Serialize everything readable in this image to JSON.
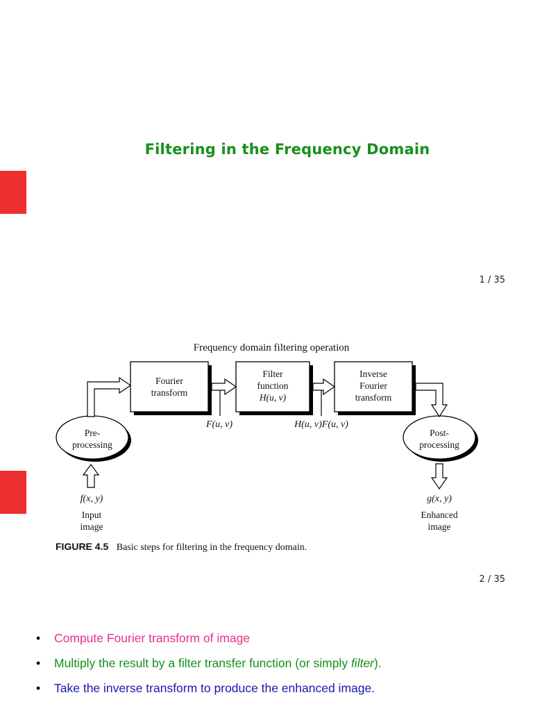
{
  "slides": [
    {
      "title": "Filtering in the Frequency Domain",
      "page": "1 / 35"
    },
    {
      "page": "2 / 35"
    }
  ],
  "figure": {
    "header": "Frequency domain filtering operation",
    "blocks": {
      "fourier": [
        "Fourier",
        "transform"
      ],
      "filter": [
        "Filter",
        "function",
        "H(u, v)"
      ],
      "inverse": [
        "Inverse",
        "Fourier",
        "transform"
      ]
    },
    "ovals": {
      "pre": [
        "Pre-",
        "processing"
      ],
      "post": [
        "Post-",
        "processing"
      ]
    },
    "signals": {
      "F": "F(u, v)",
      "HF": "H(u, v)F(u, v)",
      "f": "f(x, y)",
      "g": "g(x, y)"
    },
    "io": {
      "input": [
        "Input",
        "image"
      ],
      "output": [
        "Enhanced",
        "image"
      ]
    },
    "caption_label": "FIGURE 4.5",
    "caption_text": "Basic steps for filtering in the frequency domain."
  },
  "bullets": {
    "b1": "Compute Fourier transform of image",
    "b2_pre": "Multiply the result by a filter transfer function (or simply ",
    "b2_em": "filter",
    "b2_post": ").",
    "b3": "Take the inverse transform to produce the enhanced image."
  },
  "colors": {
    "accent_red": "#ef3030",
    "title_green": "#17901a",
    "bullet_pink": "#e8308c",
    "bullet_green": "#14901a",
    "bullet_blue": "#1a18b0"
  }
}
